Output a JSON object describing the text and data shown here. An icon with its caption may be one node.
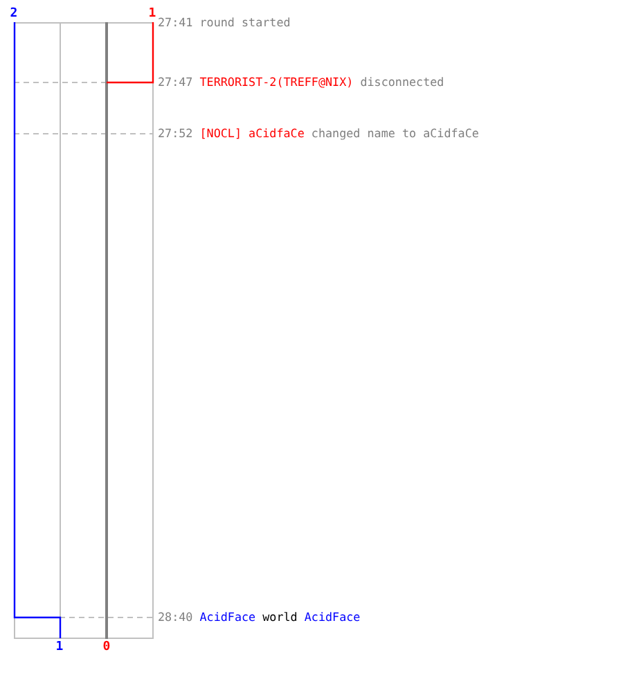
{
  "diagram": {
    "labels": [
      "2",
      "1",
      "27:41",
      "round started",
      "27:47",
      "TERRORIST-2(TREFF@NIX)",
      "disconnected",
      "27:52",
      "[NOCL] aCidfaCe",
      "changed name to aCidfaCe",
      "28:40",
      "AcidFace",
      "world",
      "AcidFace",
      "1",
      "0"
    ]
  }
}
